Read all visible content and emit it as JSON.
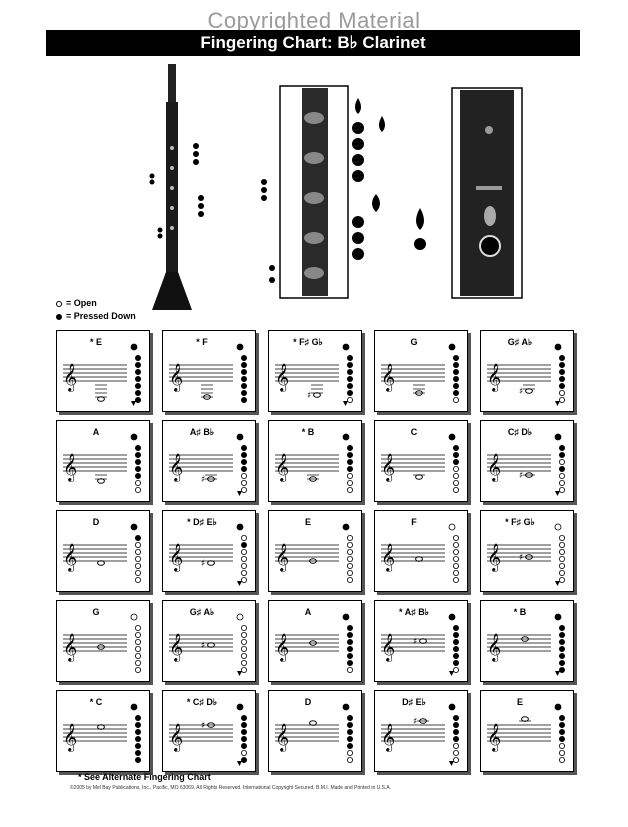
{
  "watermark": "Copyrighted Material",
  "title": "Fingering Chart: B♭ Clarinet",
  "legend": {
    "open": "= Open",
    "pressed": "= Pressed Down"
  },
  "footnote": "* See Alternate Fingering Chart",
  "copyright": "©2005 by Mel Bay Publications, Inc., Pacific, MO 63069. All Rights Reserved. International Copyright Secured. B.M.I. Made and Printed in U.S.A.",
  "cards": [
    {
      "label": "* E",
      "pos": -9,
      "acc": "",
      "fingering": [
        1,
        1,
        1,
        1,
        1,
        1,
        1,
        1,
        1
      ]
    },
    {
      "label": "* F",
      "pos": -8,
      "acc": "",
      "fingering": [
        1,
        1,
        1,
        1,
        1,
        1,
        1,
        1,
        0
      ]
    },
    {
      "label": "* F♯  G♭",
      "pos": -7,
      "acc": "♯",
      "fingering": [
        1,
        1,
        1,
        1,
        1,
        1,
        1,
        0,
        1
      ]
    },
    {
      "label": "G",
      "pos": -6,
      "acc": "",
      "fingering": [
        1,
        1,
        1,
        1,
        1,
        1,
        1,
        0,
        0
      ]
    },
    {
      "label": "G♯  A♭",
      "pos": -5,
      "acc": "♯",
      "fingering": [
        1,
        1,
        1,
        1,
        1,
        1,
        0,
        0,
        1
      ]
    },
    {
      "label": "A",
      "pos": -5,
      "acc": "",
      "fingering": [
        1,
        1,
        1,
        1,
        1,
        1,
        0,
        0,
        0
      ]
    },
    {
      "label": "A♯  B♭",
      "pos": -4,
      "acc": "♯",
      "fingering": [
        1,
        1,
        1,
        1,
        1,
        0,
        0,
        0,
        1
      ]
    },
    {
      "label": "* B",
      "pos": -4,
      "acc": "",
      "fingering": [
        1,
        1,
        1,
        1,
        1,
        0,
        0,
        0,
        0
      ]
    },
    {
      "label": "C",
      "pos": -3,
      "acc": "",
      "fingering": [
        1,
        1,
        1,
        1,
        0,
        0,
        0,
        0,
        0
      ]
    },
    {
      "label": "C♯  D♭",
      "pos": -2,
      "acc": "♯",
      "fingering": [
        1,
        1,
        1,
        0,
        1,
        0,
        0,
        0,
        1
      ]
    },
    {
      "label": "D",
      "pos": -1,
      "acc": "",
      "fingering": [
        1,
        1,
        0,
        0,
        0,
        0,
        0,
        0,
        0
      ]
    },
    {
      "label": "* D♯  E♭",
      "pos": -1,
      "acc": "♯",
      "fingering": [
        1,
        0,
        1,
        0,
        0,
        0,
        0,
        0,
        1
      ]
    },
    {
      "label": "E",
      "pos": 0,
      "acc": "",
      "fingering": [
        1,
        0,
        0,
        0,
        0,
        0,
        0,
        0,
        0
      ]
    },
    {
      "label": "F",
      "pos": 1,
      "acc": "",
      "fingering": [
        0,
        0,
        0,
        0,
        0,
        0,
        0,
        0,
        0
      ]
    },
    {
      "label": "* F♯  G♭",
      "pos": 2,
      "acc": "♯",
      "fingering": [
        0,
        0,
        0,
        0,
        0,
        0,
        0,
        0,
        1
      ]
    },
    {
      "label": "G",
      "pos": 2,
      "acc": "",
      "fingering": [
        0,
        0,
        0,
        0,
        0,
        0,
        0,
        0,
        0
      ]
    },
    {
      "label": "G♯  A♭",
      "pos": 3,
      "acc": "♯",
      "fingering": [
        0,
        0,
        0,
        0,
        0,
        0,
        0,
        0,
        1
      ]
    },
    {
      "label": "A",
      "pos": 4,
      "acc": "",
      "fingering": [
        1,
        1,
        1,
        1,
        1,
        1,
        1,
        0,
        0
      ]
    },
    {
      "label": "* A♯  B♭",
      "pos": 5,
      "acc": "♯",
      "fingering": [
        1,
        1,
        1,
        1,
        1,
        1,
        1,
        0,
        1
      ]
    },
    {
      "label": "* B",
      "pos": 6,
      "acc": "",
      "fingering": [
        1,
        1,
        1,
        1,
        1,
        1,
        1,
        1,
        1
      ]
    },
    {
      "label": "* C",
      "pos": 7,
      "acc": "",
      "fingering": [
        1,
        1,
        1,
        1,
        1,
        1,
        1,
        1,
        0
      ]
    },
    {
      "label": "* C♯  D♭",
      "pos": 8,
      "acc": "♯",
      "fingering": [
        1,
        1,
        1,
        1,
        1,
        1,
        0,
        1,
        1
      ]
    },
    {
      "label": "D",
      "pos": 9,
      "acc": "",
      "fingering": [
        1,
        1,
        1,
        1,
        1,
        1,
        0,
        0,
        0
      ]
    },
    {
      "label": "D♯  E♭",
      "pos": 10,
      "acc": "♯",
      "fingering": [
        1,
        1,
        1,
        1,
        1,
        0,
        0,
        0,
        1
      ]
    },
    {
      "label": "E",
      "pos": 11,
      "acc": "",
      "fingering": [
        1,
        1,
        1,
        1,
        1,
        0,
        0,
        0,
        0
      ]
    }
  ]
}
